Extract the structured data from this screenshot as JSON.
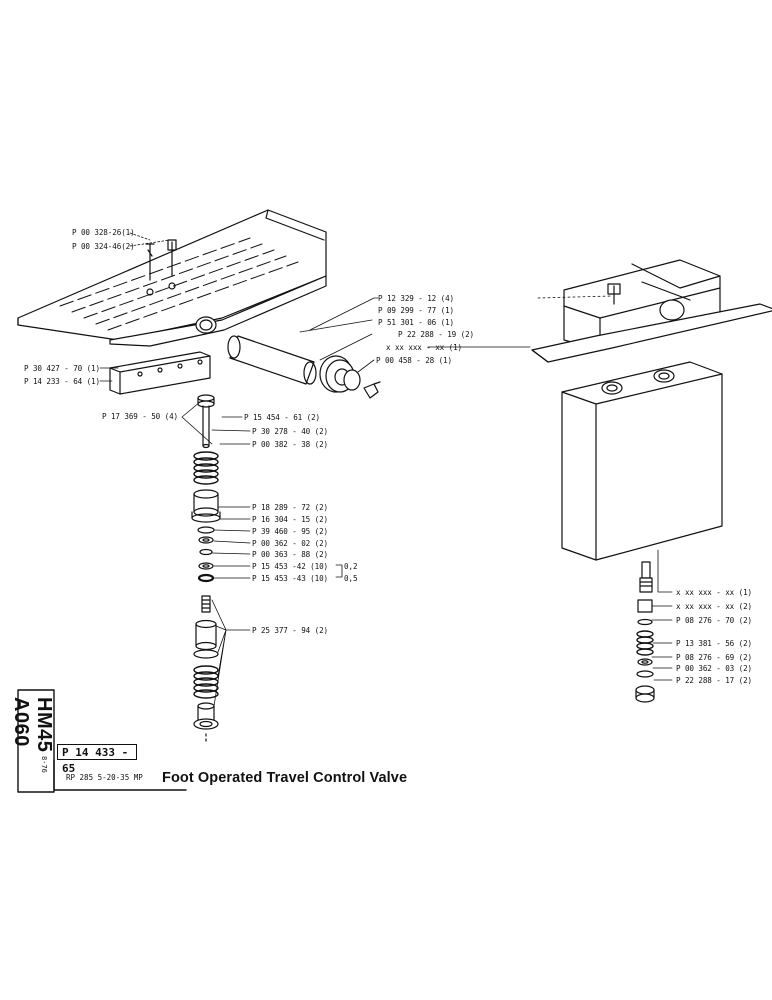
{
  "title_block": {
    "sheet_code": "HM45 A060",
    "date": "8-76",
    "part_number": "P 14 433 - 65",
    "models": "RP 285 5-20-35 MP",
    "title": "Foot Operated Travel Control Valve"
  },
  "labels": {
    "pedal_screw": "P 00 328-26(1)",
    "pedal_pin": "P 00 324-46(2)",
    "pedal_bracket": "P 30 427 - 70 (1)",
    "pedal_block": "P 14 233 - 64 (1)",
    "plunger_bolts": "P 17 369 - 50 (4)",
    "plunger_cap": "P 15 454 - 61 (2)",
    "plunger_rod": "P 30 278 - 40 (2)",
    "spring_upper": "P 00 382 - 38 (2)",
    "guide_sleeve": "P 18 289 - 72 (2)",
    "o_ring_a": "P 16 304 - 15 (2)",
    "o_ring_b": "P 39 460 - 95 (2)",
    "o_ring_c": "P 00 362 - 02 (2)",
    "o_ring_d": "P 00 363 - 88 (2)",
    "shim_02": "P 15 453 -42 (10)",
    "shim_02_size": "0,2",
    "shim_05": "P 15 453 -43 (10)",
    "shim_05_size": "0,5",
    "lower_group": "P 25 377 - 94 (2)",
    "pivot_pin": "P 12 329 - 12 (4)",
    "pivot_washer": "P 09 299 - 77 (1)",
    "pivot_roller": "P 51 301 - 06 (1)",
    "pivot_ring": "P 22 288 - 19 (2)",
    "valve_base": "x xx xxx - xx (1)",
    "grease_nipple": "P 00 458 - 28 (1)",
    "valve_spool_a": "x xx xxx - xx (1)",
    "valve_spool_b": "x xx xxx - xx (2)",
    "valve_seal_a": "P 08 276 - 70 (2)",
    "valve_spring": "P 13 381 - 56 (2)",
    "valve_seal_b": "P 08 276 - 69 (2)",
    "valve_oring": "P 00 362 - 03 (2)",
    "valve_ring": "P 22 288 - 17 (2)"
  }
}
